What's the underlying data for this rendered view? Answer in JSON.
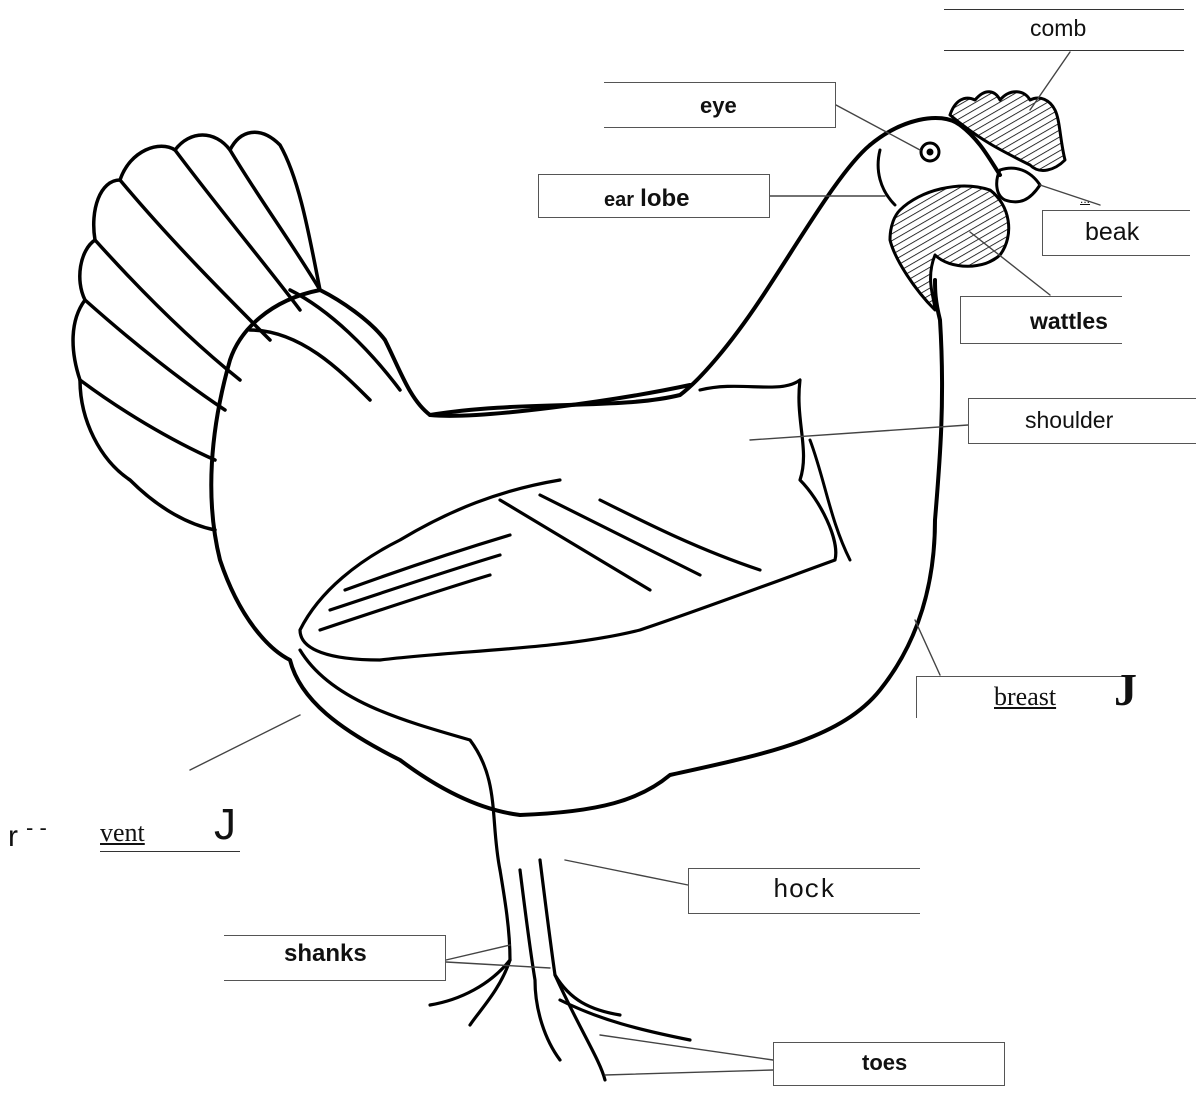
{
  "labels": {
    "comb": "comb",
    "eye": "eye",
    "ear_lobe_a": "ear",
    "ear_lobe_b": "lobe",
    "beak": "beak",
    "beak_mark": "...",
    "wattles": "wattles",
    "shoulder": "shoulder",
    "breast": "breast",
    "breast_mark": "J",
    "vent": "vent",
    "vent_mark": "J",
    "vent_prefix": "r",
    "vent_dashes": "- -",
    "hock": "hock",
    "shanks": "shanks",
    "toes": "toes"
  }
}
